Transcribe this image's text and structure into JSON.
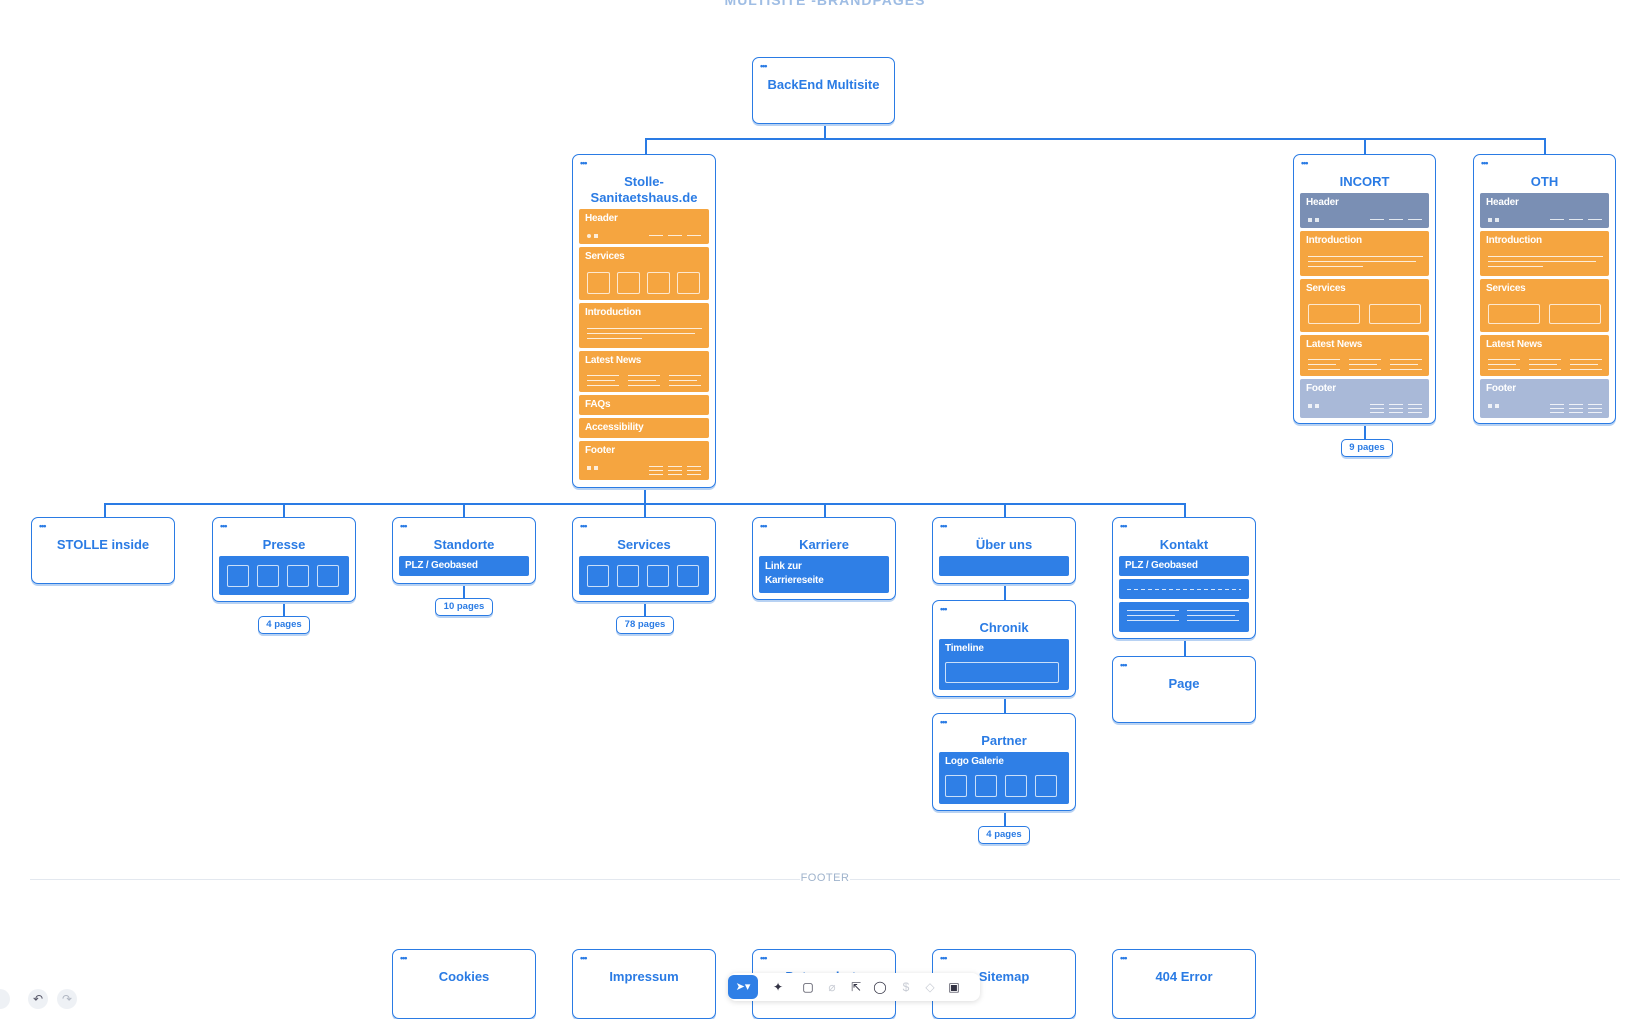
{
  "title": "MULTISITE -BRANDPAGES",
  "root": {
    "title": "BackEnd Multisite"
  },
  "brands": [
    {
      "title": "Stolle-\nSanitaetshaus.de",
      "sections": [
        "Header",
        "Services",
        "Introduction",
        "Latest News",
        "FAQs",
        "Accessibility",
        "Footer"
      ]
    },
    {
      "title": "INCORT",
      "sections": [
        "Header",
        "Introduction",
        "Services",
        "Latest News",
        "Footer"
      ],
      "badge": "9 pages"
    },
    {
      "title": "OTH",
      "sections": [
        "Header",
        "Introduction",
        "Services",
        "Latest News",
        "Footer"
      ]
    }
  ],
  "pages": [
    {
      "title": "STOLLE inside"
    },
    {
      "title": "Presse",
      "badge": "4 pages"
    },
    {
      "title": "Standorte",
      "section": "PLZ / Geobased",
      "badge": "10 pages"
    },
    {
      "title": "Services",
      "badge": "78 pages"
    },
    {
      "title": "Karriere",
      "section": "Link zur\nKarriereseite"
    },
    {
      "title": "Über uns"
    },
    {
      "title": "Kontakt",
      "section": "PLZ / Geobased"
    }
  ],
  "subpages": {
    "chronik": {
      "title": "Chronik",
      "section": "Timeline"
    },
    "partner": {
      "title": "Partner",
      "section": "Logo Galerie",
      "badge": "4 pages"
    },
    "kontakt_page": {
      "title": "Page"
    }
  },
  "footer": {
    "label": "FOOTER",
    "pages": [
      "Cookies",
      "Impressum",
      "Datenschutz",
      "Sitemap",
      "404 Error"
    ]
  },
  "colors": {
    "primary": "#2a7be4",
    "section_orange": "#f5a540",
    "section_slate": "#7a8fb4",
    "section_grey": "#a9b9d8",
    "section_blue": "#2f7fe6"
  },
  "toolbar": {
    "icons": [
      "select-icon",
      "ai-sparkle-icon",
      "sticky-note-icon",
      "link-icon",
      "export-icon",
      "comment-icon",
      "dollar-icon",
      "tag-icon",
      "image-icon"
    ]
  },
  "history": {
    "icons": [
      "undo-icon",
      "redo-icon"
    ]
  }
}
